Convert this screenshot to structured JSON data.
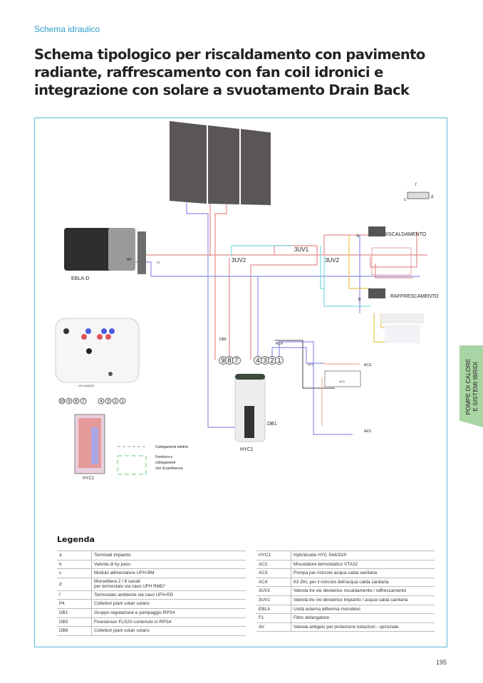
{
  "header": {
    "section": "Schema idraulico",
    "title": "Schema tipologico per riscaldamento con pavimento radiante, raffrescamento con fan coil idronici e integrazione con solare a svuotamento Drain Back"
  },
  "diagram": {
    "labels": {
      "ebla": "EBLA-D",
      "av": "AV",
      "f1": "F1",
      "uv2a": "3UV2",
      "uv1": "3UV1",
      "uv2b": "3UV2",
      "riscaldamento": "RISCALDAMENTO",
      "raffrescamento": "RAFFRESCAMENTO",
      "b1": "b",
      "b2": "b",
      "c": "c",
      "d": "d",
      "f": "f",
      "db5": "DB5",
      "ac4": "AC4",
      "ac2": "AC2",
      "ac3": "AC3",
      "acs": "ACS",
      "afs": "AFS",
      "db1": "DB1",
      "hyc1": "HYC1",
      "controller": "HYC 544/32/0",
      "hyc1_small": "HYC1"
    },
    "tank_ports": [
      "9",
      "8",
      "7",
      "4",
      "3",
      "2",
      "1"
    ],
    "small_tank_ports": [
      "10",
      "9",
      "8",
      "7",
      "4",
      "3",
      "2",
      "1"
    ],
    "key": {
      "electrical": "Collegamenti elettrici",
      "not_included_1": "Fornitura e",
      "not_included_2": "collegamenti",
      "not_included_3": "non di pertinenza"
    },
    "colors": {
      "hot": "#e58a8a",
      "cold": "#7b7fe0",
      "cyan": "#7fd6e0",
      "yellow": "#e8c44a",
      "frame": "#5fb4d6"
    }
  },
  "legend": {
    "title": "Legenda",
    "left": [
      {
        "key": "a",
        "desc": "Terminali impianto"
      },
      {
        "key": "b",
        "desc": "Valvola di by pass"
      },
      {
        "key": "c",
        "desc": "Modulo alimentatore UFH-BM"
      },
      {
        "key": "d",
        "desc": "Morsettiera 2 / 6 canali",
        "desc2": "per termostato via cavo UFH RMD*"
      },
      {
        "key": "f",
        "desc": "Termostato ambiente via cavo UFH-RD"
      },
      {
        "key": "P4",
        "desc": "Collettori piani solari solaris"
      },
      {
        "key": "DB1",
        "desc": "Gruppo regolazione e pompaggio RPS4"
      },
      {
        "key": "DB5",
        "desc": "Flowsensor FLS20 contenuto in RPS4"
      },
      {
        "key": "DB6",
        "desc": "Collettori piani solari solaris"
      }
    ],
    "right": [
      {
        "key": "HYC1",
        "desc": "Hybridcube HYC 544/32/0"
      },
      {
        "key": "AC2",
        "desc": "Miscelatore termostatico VTA32"
      },
      {
        "key": "AC3",
        "desc": "Pompa per ricircolo acqua calda sanitaria"
      },
      {
        "key": "AC4",
        "desc": "Kit ZKL per il ricircolo dell'acqua calda sanitaria"
      },
      {
        "key": "3UV2",
        "desc": "Valvola tre vie deviatrice riscaldamento /  raffrescamento"
      },
      {
        "key": "3UV1",
        "desc": "Valvola tre vie deviatrice impianto / acqua calda sanitaria"
      },
      {
        "key": "EBLA",
        "desc": "Unità esterna altherma monobloc"
      },
      {
        "key": "F1",
        "desc": "Filtro defangatore"
      },
      {
        "key": "AV",
        "desc": "Valvola antigelo per protezione tubazioni - opzionale"
      }
    ]
  },
  "side_tab": {
    "line1": "POMPE DI CALORE",
    "line2": "E SISTEMI IBRIDI"
  },
  "page_number": "195"
}
